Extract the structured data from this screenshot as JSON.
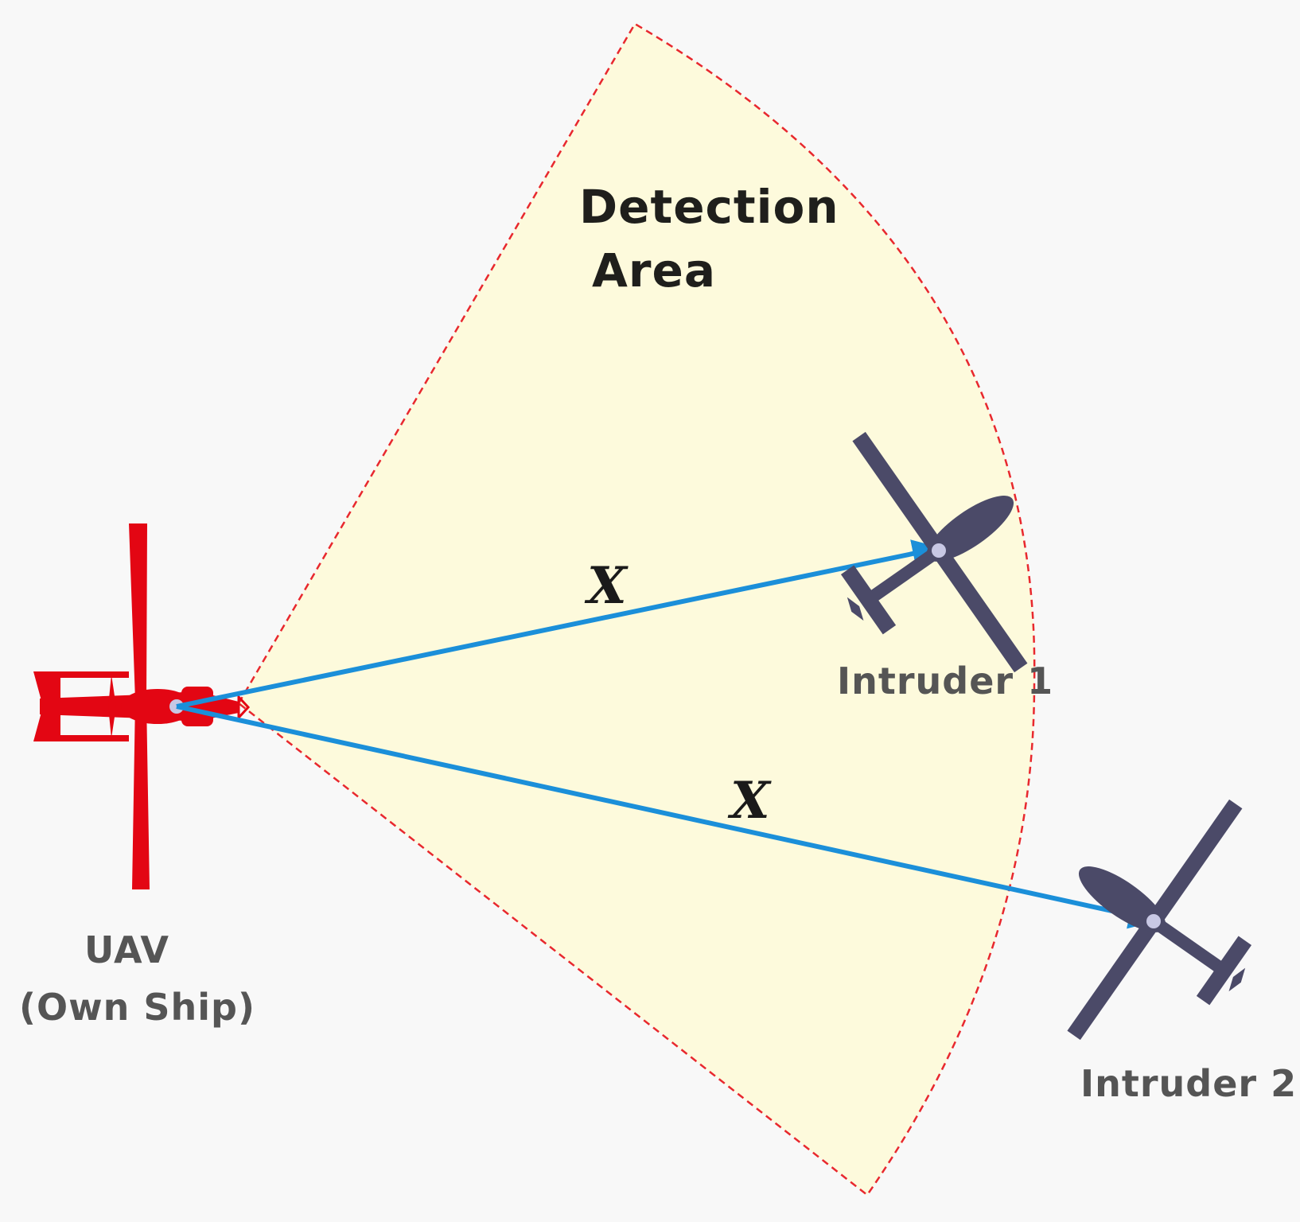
{
  "diagram": {
    "detection_area_label_line1": "Detection",
    "detection_area_label_line2": "Area",
    "own_ship_label_line1": "UAV",
    "own_ship_label_line2": "(Own Ship)",
    "intruder1_label": "Intruder 1",
    "intruder2_label": "Intruder 2",
    "distance_label_1": "X",
    "distance_label_2": "X"
  },
  "colors": {
    "page_background": "#f8f8f8",
    "detection_area_fill": "#fdfadc",
    "detection_area_border": "#e8282e",
    "own_ship": "#e30613",
    "intruder": "#4b4a68",
    "distance_arrow": "#1b8fd9",
    "center_dot": "#c8c8e4"
  },
  "icons": {
    "own_ship": "uav-top-view-icon",
    "intruder": "drone-top-view-icon"
  }
}
